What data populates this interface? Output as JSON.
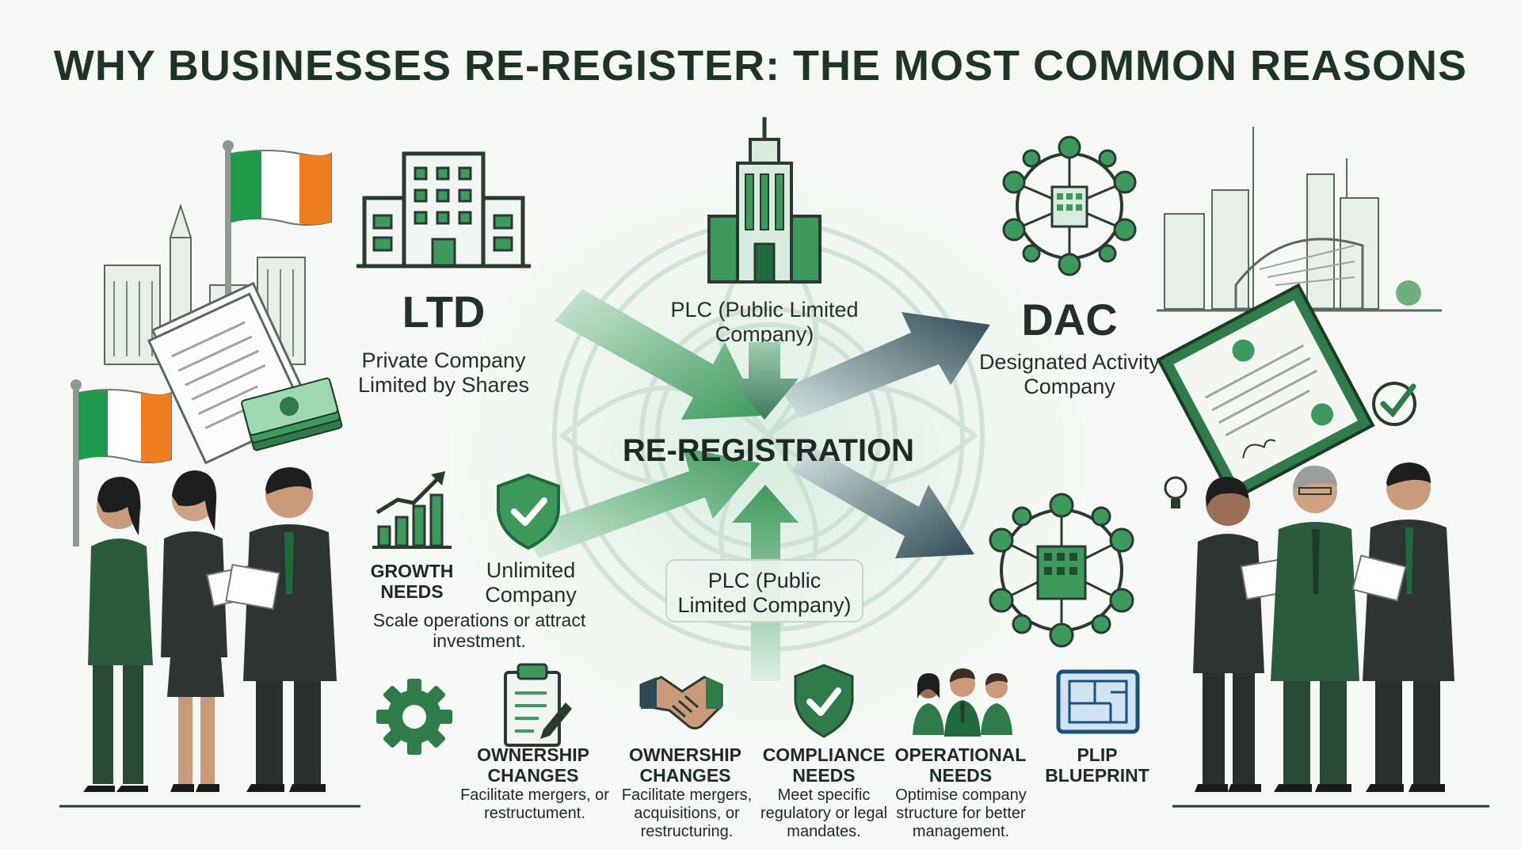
{
  "title": "WHY BUSINESSES RE-REGISTER: THE MOST COMMON REASONS",
  "center": "RE-REGISTRATION",
  "ltd": {
    "abbr": "LTD",
    "name": "Private Company Limited by Shares"
  },
  "plc_top": {
    "name": "PLC (Public Limited Company)"
  },
  "dac": {
    "abbr": "DAC",
    "name": "Designated Activity Company"
  },
  "plc_box": {
    "name": "PLC (Public Limited Company)"
  },
  "growth": {
    "title": "GROWTH NEEDS",
    "desc": "Scale operations or attract investment."
  },
  "unlimited": {
    "title": "Unlimited Company"
  },
  "reasons": [
    {
      "title": "OWNERSHIP CHANGES",
      "desc": "Facilitate mergers, or restructument."
    },
    {
      "title": "OWNERSHIP CHANGES",
      "desc": "Facilitate mergers, acquisitions, or restructuring."
    },
    {
      "title": "COMPLIANCE NEEDS",
      "desc": "Meet specific regulatory or legal mandates."
    },
    {
      "title": "OPERATIONAL NEEDS",
      "desc": "Optimise company structure for better management."
    },
    {
      "title": "PLIP BLUEPRINT",
      "desc": ""
    }
  ],
  "colors": {
    "green_dark": "#1f6b3b",
    "green_mid": "#3e9a5c",
    "green_light": "#8fd3a6",
    "slate": "#2e4a55",
    "flag_green": "#1f9a4a",
    "flag_orange": "#ef7d22"
  },
  "icons": [
    "flag-icon",
    "building-icon",
    "skyscraper-icon",
    "network-icon",
    "document-icon",
    "money-icon",
    "bar-chart-icon",
    "shield-check-icon",
    "gear-icon",
    "clipboard-icon",
    "handshake-icon",
    "team-icon",
    "blueprint-icon",
    "certificate-icon",
    "checkmark-icon",
    "skyline-icon"
  ]
}
